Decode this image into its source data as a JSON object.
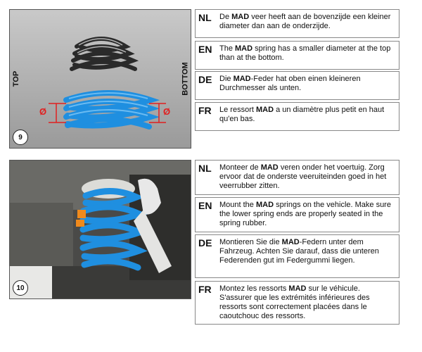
{
  "step9": {
    "badge": "9",
    "top_label": "TOP",
    "bottom_label": "BOTTOM",
    "diam_symbol": "Ø",
    "texts": [
      {
        "code": "NL",
        "pre": "De ",
        "brand": "MAD",
        "post": " veer heeft aan de bovenzijde een kleiner diameter dan aan de onderzijde."
      },
      {
        "code": "EN",
        "pre": "The ",
        "brand": "MAD",
        "post": " spring has a smaller diameter at the top than at the bottom."
      },
      {
        "code": "DE",
        "pre": "Die ",
        "brand": "MAD",
        "post": "-Feder hat oben einen kleineren Durchmesser als unten."
      },
      {
        "code": "FR",
        "pre": "Le ressort ",
        "brand": "MAD",
        "post": " a un diamètre plus petit en haut qu'en bas."
      }
    ]
  },
  "step10": {
    "badge": "10",
    "texts": [
      {
        "code": "NL",
        "pre": "Monteer de ",
        "brand": "MAD",
        "post": " veren onder het voertuig. Zorg ervoor dat de onderste veeruiteinden goed in het veerrubber zitten."
      },
      {
        "code": "EN",
        "pre": "Mount the ",
        "brand": "MAD",
        "post": " springs on the vehicle. Make sure the lower spring ends are properly seated in the spring rubber."
      },
      {
        "code": "DE",
        "pre": "Montieren Sie die ",
        "brand": "MAD",
        "post": "-Federn unter dem Fahrzeug. Achten Sie darauf, dass die unteren Federenden gut im Federgummi liegen."
      },
      {
        "code": "FR",
        "pre": "Montez les ressorts ",
        "brand": "MAD",
        "post": " sur le véhicule. S'assurer que les extrémités inférieures des ressorts sont correctement placées dans le caoutchouc des ressorts."
      }
    ]
  },
  "colors": {
    "spring_blue": "#1f8fe0",
    "spring_black": "#2a2a2a",
    "diameter_red": "#e02020"
  }
}
